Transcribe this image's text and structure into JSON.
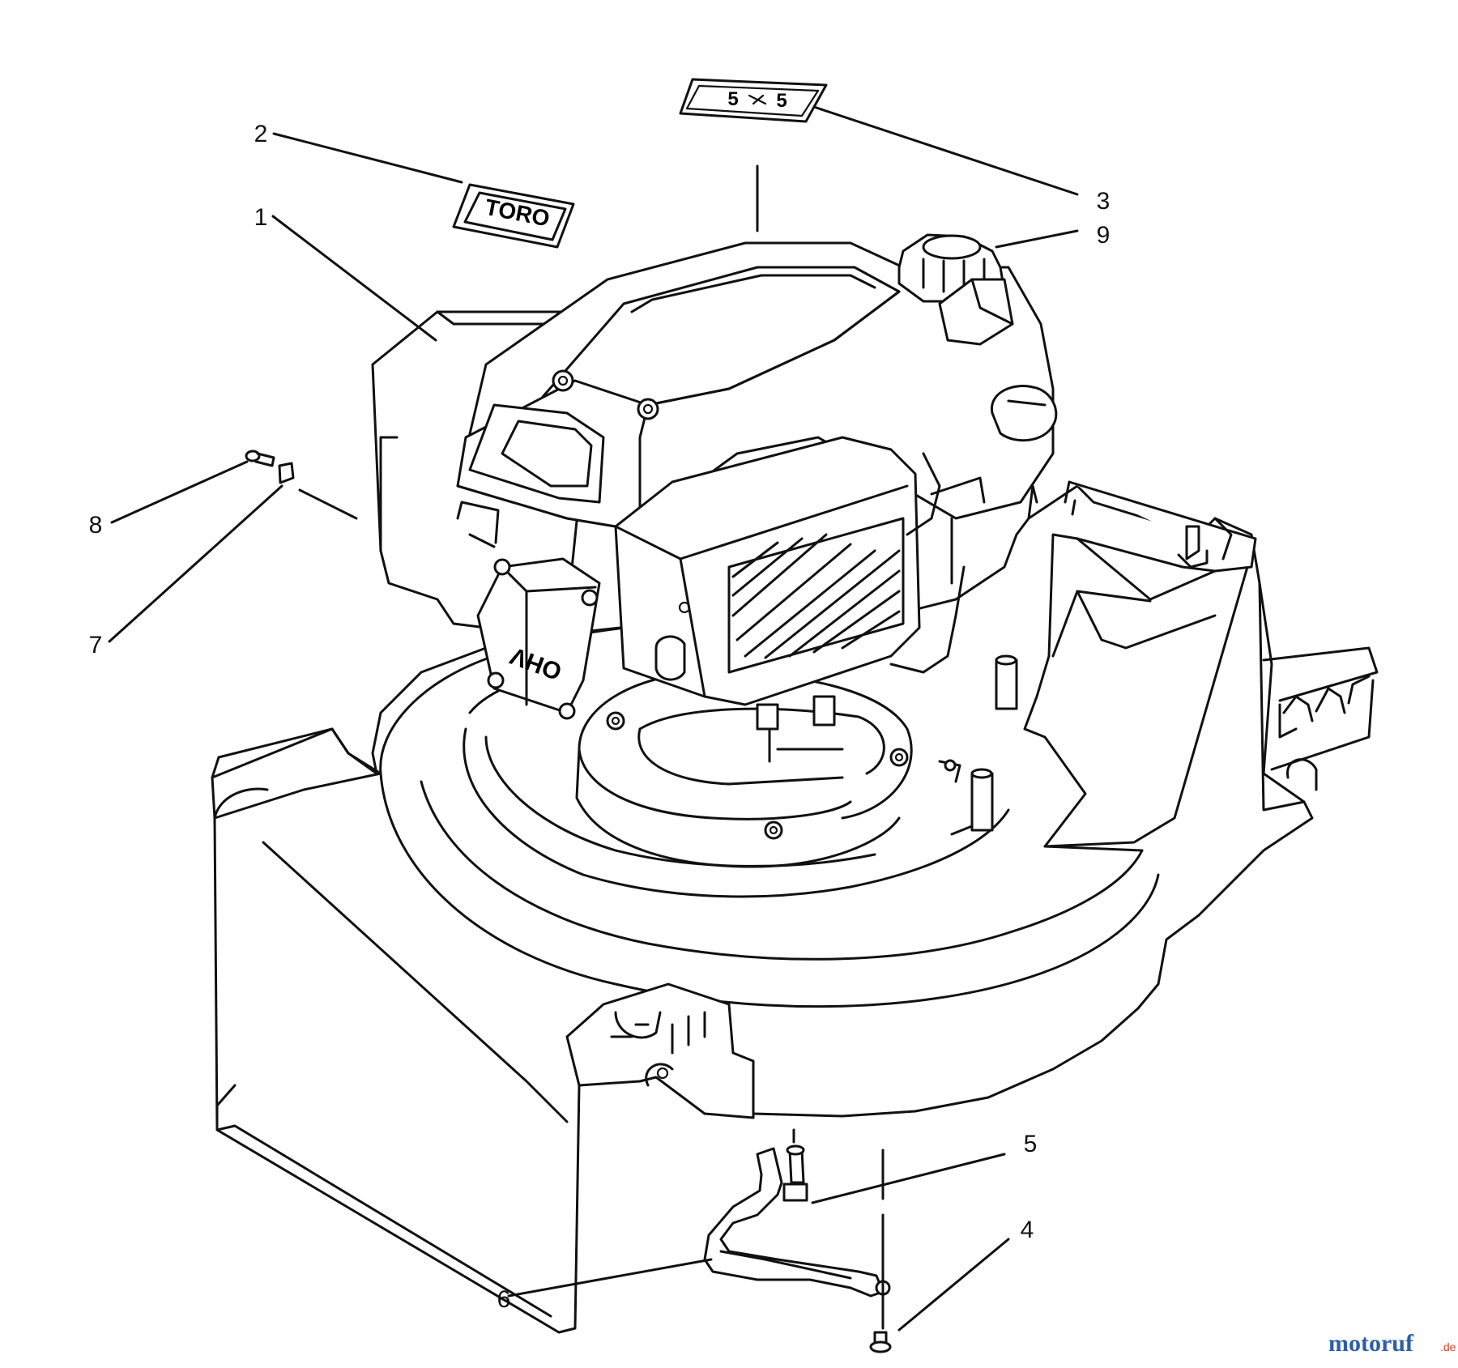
{
  "callouts": [
    {
      "id": "1",
      "label": "1"
    },
    {
      "id": "2",
      "label": "2"
    },
    {
      "id": "3",
      "label": "3"
    },
    {
      "id": "4",
      "label": "4"
    },
    {
      "id": "5",
      "label": "5"
    },
    {
      "id": "6",
      "label": "6"
    },
    {
      "id": "7",
      "label": "7"
    },
    {
      "id": "8",
      "label": "8"
    },
    {
      "id": "9",
      "label": "9"
    }
  ],
  "decals": {
    "brand_decal": "TORO",
    "engine_badge": "OHV",
    "hp_decal_line1": "5",
    "hp_decal_line2": "5"
  },
  "watermark": {
    "text": "motoruf",
    "suffix": ".de",
    "colors": [
      "#2c5fa8",
      "#d8402a",
      "#e8a020",
      "#3a9a3a"
    ]
  }
}
